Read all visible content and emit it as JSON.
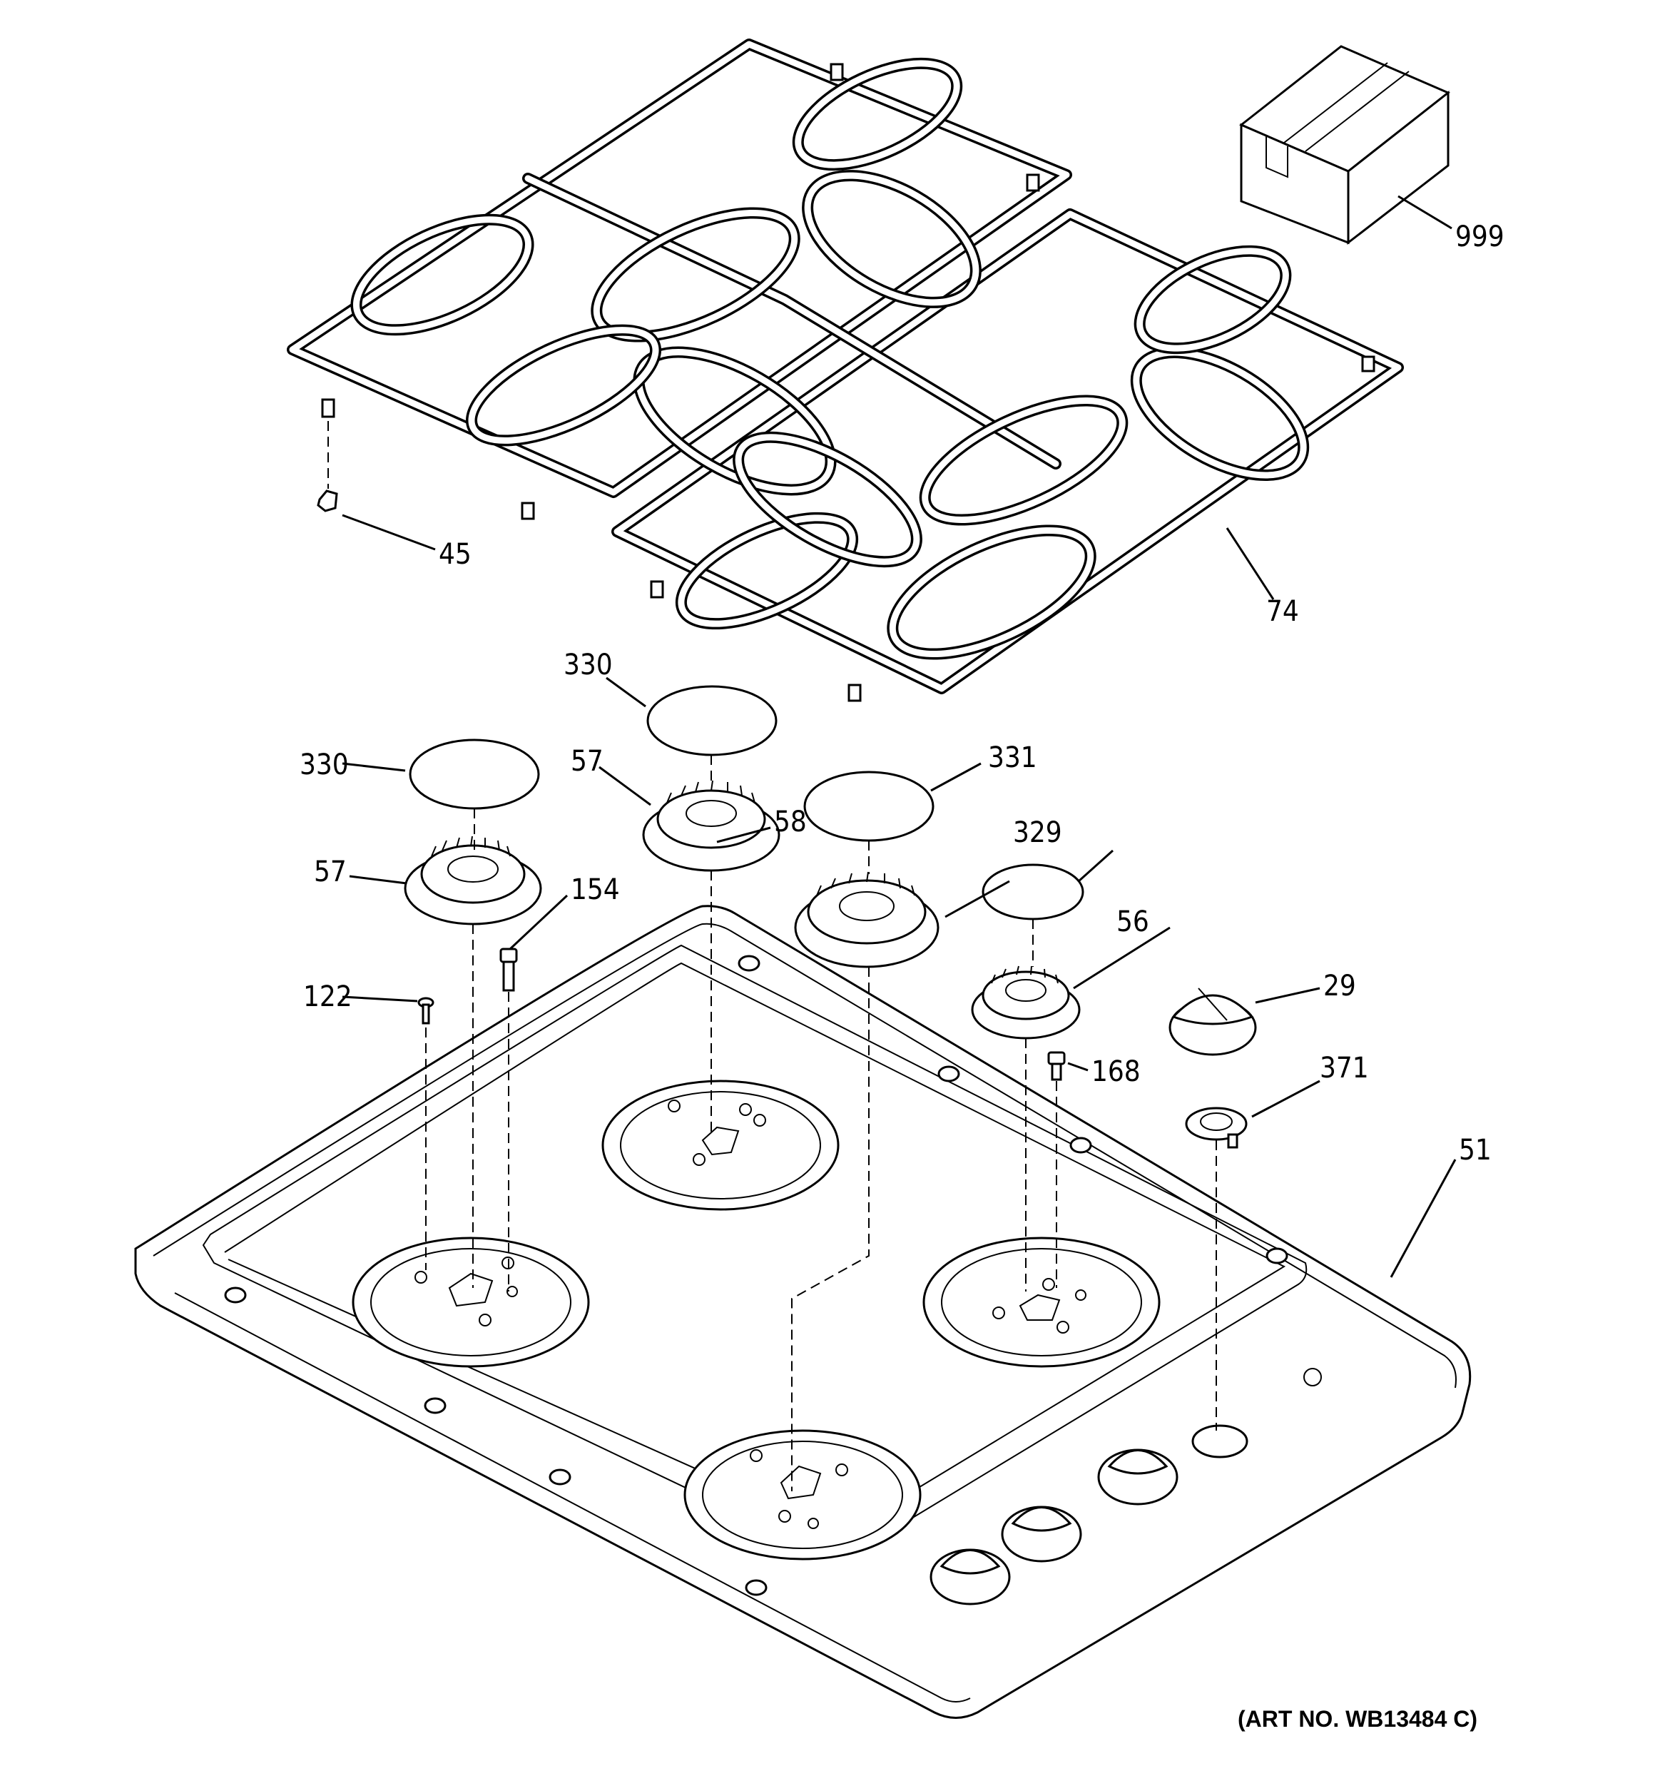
{
  "labels": {
    "p999": "999",
    "p45": "45",
    "p74": "74",
    "p330a": "330",
    "p330b": "330",
    "p57a": "57",
    "p57b": "57",
    "p331": "331",
    "p58": "58",
    "p329": "329",
    "p154": "154",
    "p56": "56",
    "p122": "122",
    "p29": "29",
    "p168": "168",
    "p371": "371",
    "p51": "51"
  },
  "art_number": "(ART NO. WB13484 C)"
}
